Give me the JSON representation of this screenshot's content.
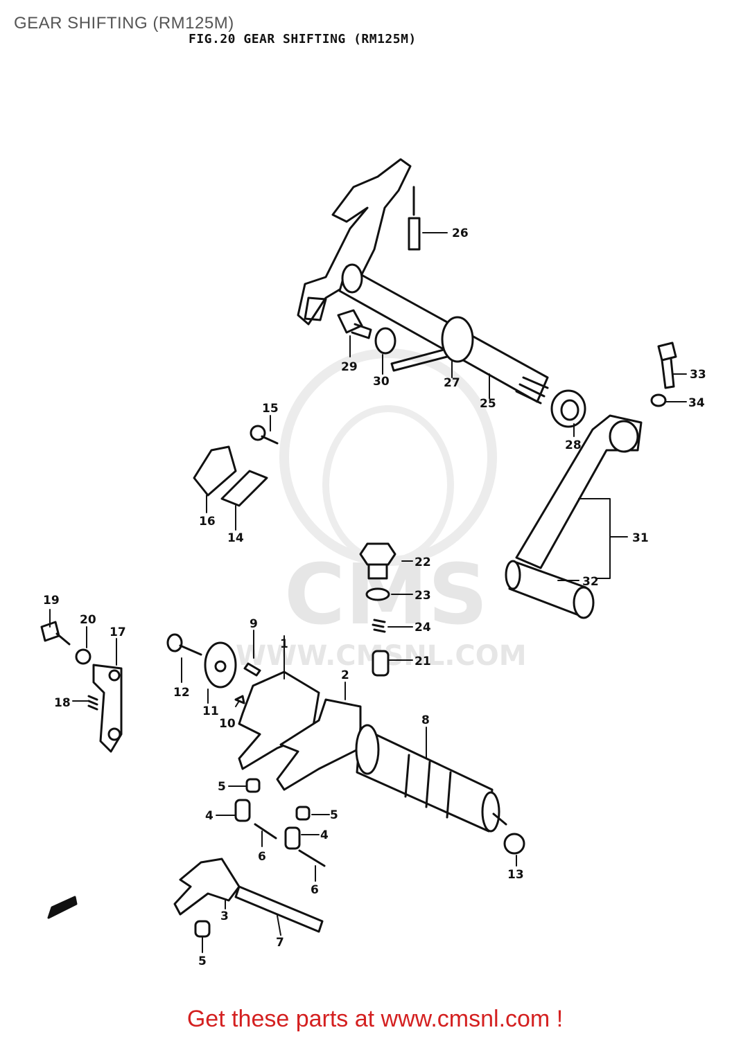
{
  "header": {
    "title": "GEAR SHIFTING (RM125M)",
    "figure_caption": "FIG.20  GEAR SHIFTING (RM125M)"
  },
  "watermark": {
    "brand": "CMS",
    "url": "WWW.CMSNL.COM"
  },
  "footer": {
    "text": "Get these parts at www.cmsnl.com !"
  },
  "part_labels": {
    "p1": "1",
    "p2": "2",
    "p3": "3",
    "p4": "4",
    "p5": "5",
    "p6": "6",
    "p7": "7",
    "p8": "8",
    "p9": "9",
    "p10": "10",
    "p11": "11",
    "p12": "12",
    "p13": "13",
    "p14": "14",
    "p15": "15",
    "p16": "16",
    "p17": "17",
    "p18": "18",
    "p19": "19",
    "p20": "20",
    "p21": "21",
    "p22": "22",
    "p23": "23",
    "p24": "24",
    "p25": "25",
    "p26": "26",
    "p27": "27",
    "p28": "28",
    "p29": "29",
    "p30": "30",
    "p31": "31",
    "p32": "32",
    "p33": "33",
    "p34": "34"
  },
  "colors": {
    "footer": "#d42020",
    "line": "#111111",
    "watermark": "#e6e6e6"
  }
}
